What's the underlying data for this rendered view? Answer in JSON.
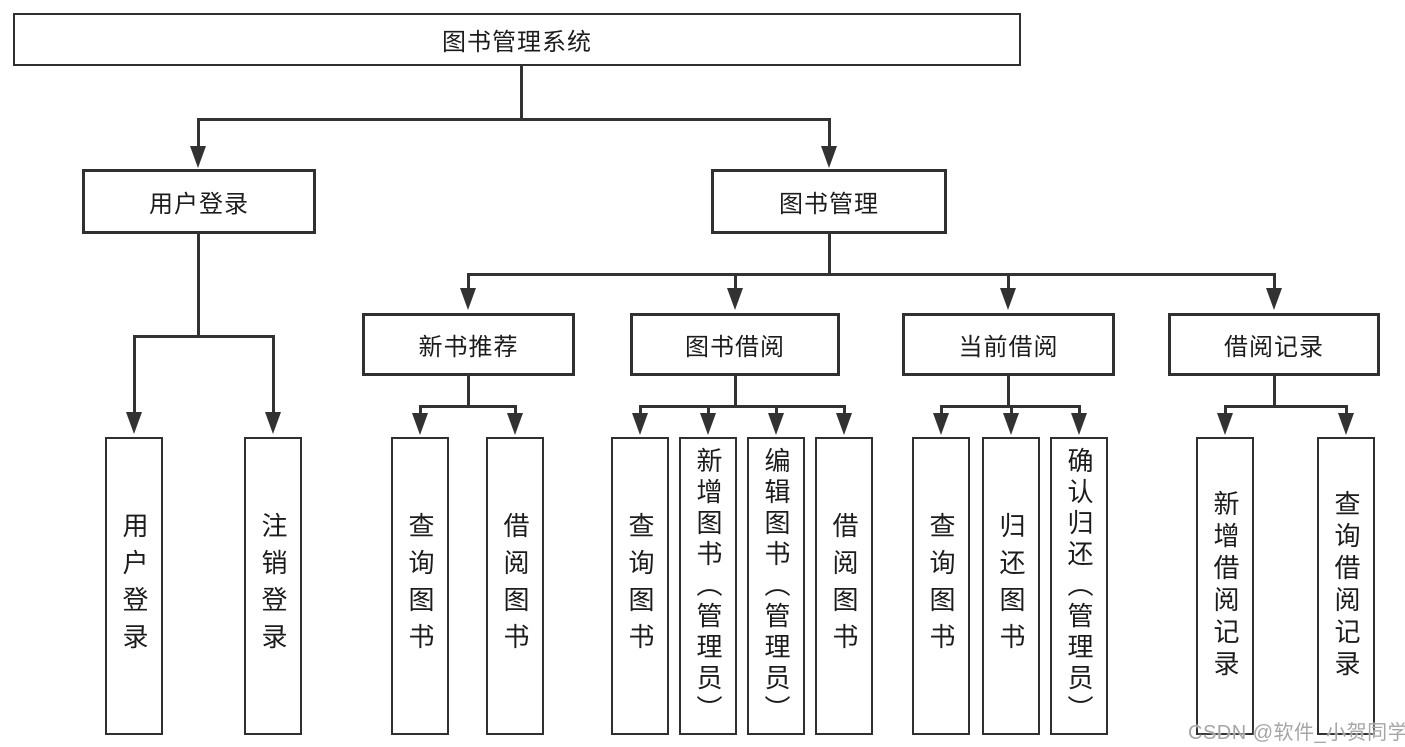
{
  "diagram": {
    "root": {
      "label": "图书管理系统"
    },
    "level2": [
      {
        "label": "用户登录"
      },
      {
        "label": "图书管理"
      }
    ],
    "level3": [
      {
        "label": "新书推荐",
        "parent": "图书管理"
      },
      {
        "label": "图书借阅",
        "parent": "图书管理"
      },
      {
        "label": "当前借阅",
        "parent": "图书管理"
      },
      {
        "label": "借阅记录",
        "parent": "图书管理"
      }
    ],
    "leaves": [
      {
        "label": "用户登录",
        "parent": "用户登录"
      },
      {
        "label": "注销登录",
        "parent": "用户登录"
      },
      {
        "label": "查询图书",
        "parent": "新书推荐"
      },
      {
        "label": "借阅图书",
        "parent": "新书推荐"
      },
      {
        "label": "查询图书",
        "parent": "图书借阅"
      },
      {
        "label": "新增图书（管理员）",
        "parent": "图书借阅"
      },
      {
        "label": "编辑图书（管理员）",
        "parent": "图书借阅"
      },
      {
        "label": "借阅图书",
        "parent": "图书借阅"
      },
      {
        "label": "查询图书",
        "parent": "当前借阅"
      },
      {
        "label": "归还图书",
        "parent": "当前借阅"
      },
      {
        "label": "确认归还（管理员）",
        "parent": "当前借阅"
      },
      {
        "label": "新增借阅记录",
        "parent": "借阅记录"
      },
      {
        "label": "查询借阅记录",
        "parent": "借阅记录"
      }
    ],
    "watermark": "CSDN @软件_小贺同学",
    "colors": {
      "line": "#323232",
      "text": "#1c1c1c",
      "watermark": "#a6a6a6",
      "background": "#ffffff"
    }
  }
}
